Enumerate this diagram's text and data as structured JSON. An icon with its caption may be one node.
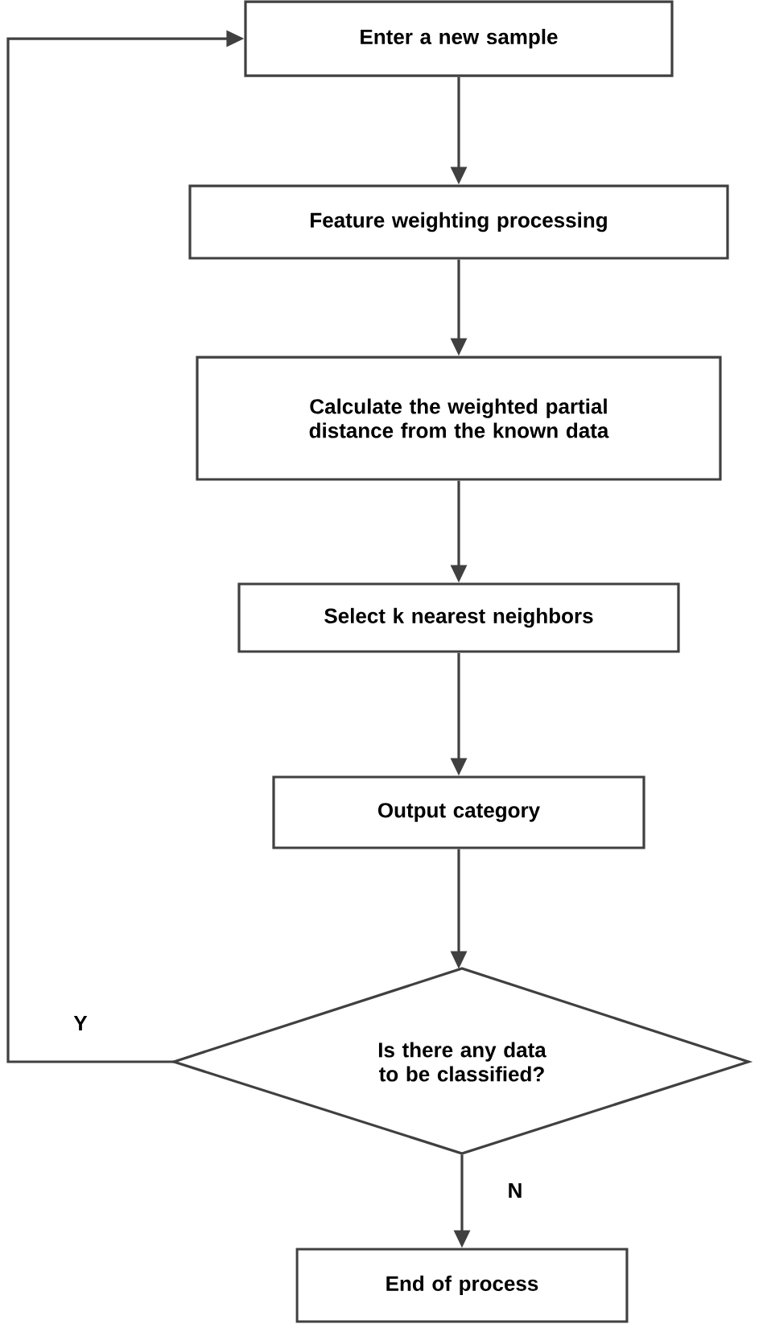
{
  "diagram": {
    "nodes": [
      {
        "text": [
          "Enter a new sample"
        ]
      },
      {
        "text": [
          "Feature weighting processing"
        ]
      },
      {
        "text": [
          "Calculate the weighted partial distance from the known data"
        ]
      },
      {
        "text": [
          "Select k nearest neighbors"
        ]
      },
      {
        "text": [
          "Output category"
        ]
      },
      {
        "text": [
          "Is there any data to be classified?"
        ]
      },
      {
        "text": [
          "End of process"
        ]
      }
    ],
    "edges": [
      {
        "from": 0,
        "to": 1,
        "arrow": "to"
      },
      {
        "from": 1,
        "to": 2,
        "arrow": "to"
      },
      {
        "from": 2,
        "to": 3,
        "arrow": "to"
      },
      {
        "from": 3,
        "to": 4,
        "arrow": "to"
      },
      {
        "from": 4,
        "to": 5,
        "arrow": "to"
      },
      {
        "from": 5,
        "to": 6,
        "arrow": "to",
        "label": "N"
      },
      {
        "from": 5,
        "to": 0,
        "arrow": "to",
        "label": "Y"
      }
    ]
  }
}
